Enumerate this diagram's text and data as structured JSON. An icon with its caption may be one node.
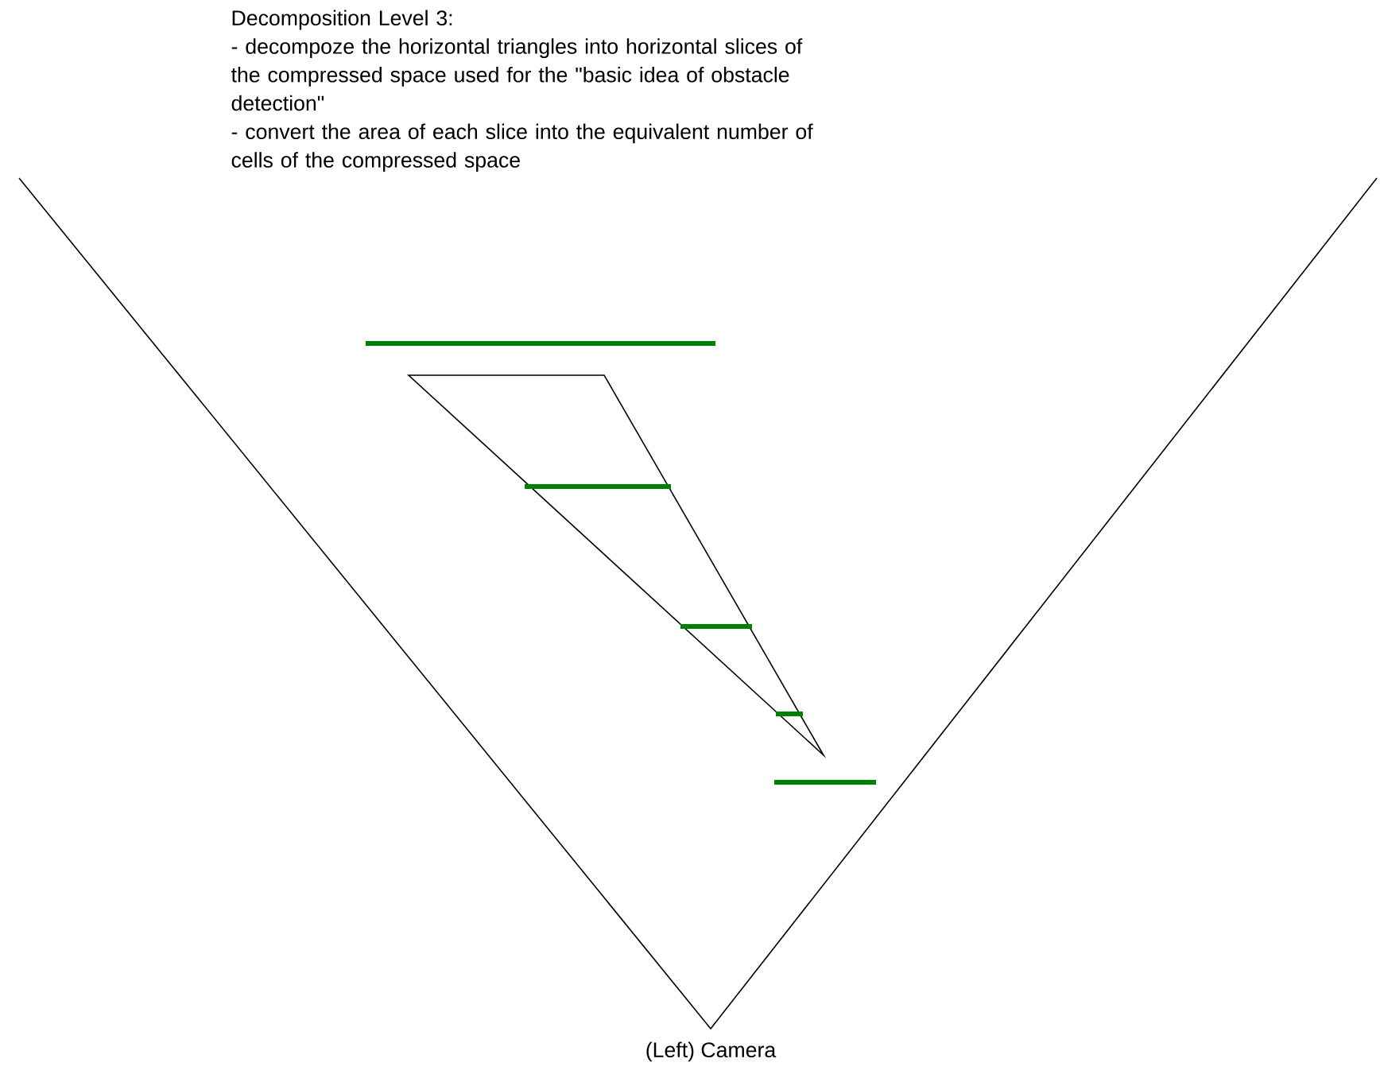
{
  "diagram": {
    "title": "Decomposition Level 3:",
    "labels": [
      "- decompoze the horizontal triangles into horizontal slices of the compressed space used for the \"basic idea of obstacle detection\"",
      "- convert the area of each slice into the equivalent number of cells of the compressed space",
      "(Left) Camera"
    ]
  }
}
